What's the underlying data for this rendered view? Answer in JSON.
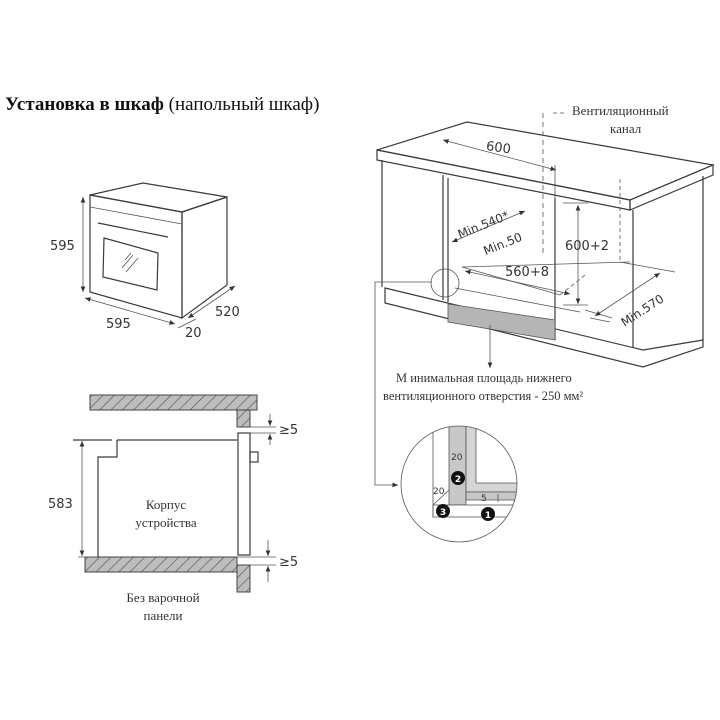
{
  "title": {
    "bold": "Установка в шкаф",
    "normal": "(напольный шкаф)"
  },
  "oven_dims": {
    "height": "595",
    "width": "595",
    "depth": "520",
    "door": "20"
  },
  "cabinet": {
    "vent_label_1": "Вентиляционный",
    "vent_label_2": "канал",
    "width": "600",
    "min_depth": "Min.540*",
    "min_gap": "Min.50",
    "height": "600+2",
    "inner_width": "560+8",
    "min_570": "Min.570",
    "bottom_note_1": "М инимальная площадь нижнего",
    "bottom_note_2": "вентиляционного отверстия - 250 мм²"
  },
  "detail": {
    "dim_20_top": "20",
    "dim_20_side": "20",
    "dim_5": "5",
    "markers": [
      "1",
      "2",
      "3"
    ]
  },
  "section": {
    "height": "583",
    "gap_top": "≥5",
    "gap_bottom": "≥5",
    "body_label_1": "Корпус",
    "body_label_2": "устройства",
    "caption_1": "Без варочной",
    "caption_2": "панели"
  }
}
